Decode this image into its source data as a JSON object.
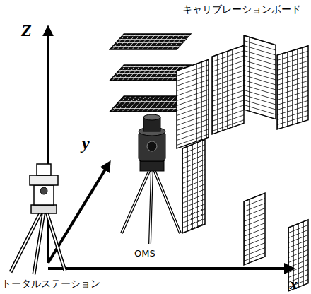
{
  "diagram": {
    "labels": [
      "キャリブレーションボード",
      "Z",
      "y",
      "OMS",
      "x",
      "トータルステーション"
    ]
  }
}
